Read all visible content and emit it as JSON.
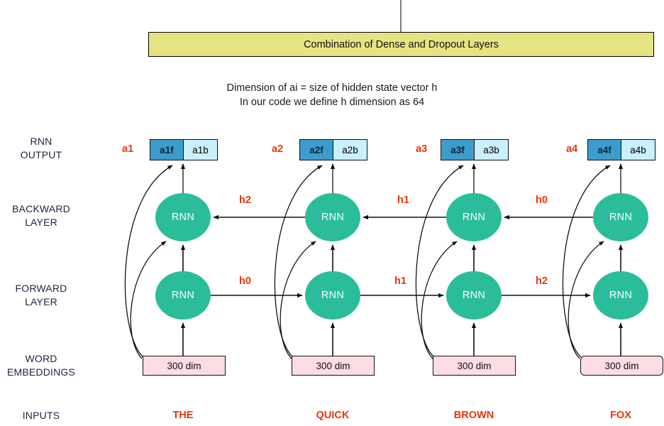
{
  "diagram": {
    "title_bar": {
      "label": "Combination of Dense and Dropout Layers"
    },
    "caption": {
      "line1": "Dimension of ai = size of hidden state vector h",
      "line2": "In our code we define h dimension as 64"
    },
    "row_labels": {
      "rnn_output_l1": "RNN",
      "rnn_output_l2": "OUTPUT",
      "backward_l1": "BACKWARD",
      "backward_l2": "LAYER",
      "forward_l1": "FORWARD",
      "forward_l2": "LAYER",
      "word_emb_l1": "WORD",
      "word_emb_l2": "EMBEDDINGS",
      "inputs": "INPUTS"
    },
    "a_labels": [
      "a1",
      "a2",
      "a3",
      "a4"
    ],
    "outputs": [
      {
        "forward": "a1f",
        "backward": "a1b"
      },
      {
        "forward": "a2f",
        "backward": "a2b"
      },
      {
        "forward": "a3f",
        "backward": "a3b"
      },
      {
        "forward": "a4f",
        "backward": "a4b"
      }
    ],
    "cell_label": "RNN",
    "backward_cells": [
      "RNN",
      "RNN",
      "RNN",
      "RNN"
    ],
    "forward_cells": [
      "RNN",
      "RNN",
      "RNN",
      "RNN"
    ],
    "backward_h_labels": [
      "h2",
      "h1",
      "h0"
    ],
    "forward_h_labels": [
      "h0",
      "h1",
      "h2"
    ],
    "embeddings": [
      "300 dim",
      "300 dim",
      "300 dim",
      "300 dim"
    ],
    "inputs": [
      "THE",
      "QUICK",
      "BROWN",
      "FOX"
    ],
    "colors": {
      "dense_bar": "#e6e383",
      "rnn_cell": "#2bbd9a",
      "output_forward": "#3d9ccc",
      "output_backward": "#c9f0fb",
      "embedding": "#fbdde3",
      "accent_red": "#e8350d",
      "label_navy": "#1b2440",
      "stroke": "#111111"
    }
  }
}
